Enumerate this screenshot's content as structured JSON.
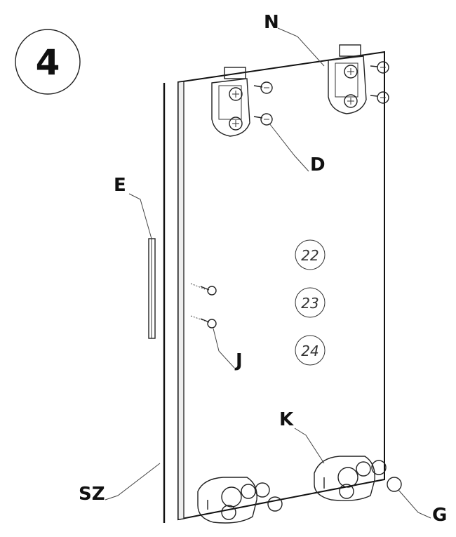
{
  "step_number": "4",
  "part_labels": {
    "n": "N",
    "d": "D",
    "e": "E",
    "j": "J",
    "k": "K",
    "sz": "SZ",
    "g": "G"
  },
  "hole_numbers": [
    "22",
    "23",
    "24"
  ],
  "colors": {
    "line": "#222222",
    "background": "#ffffff"
  }
}
